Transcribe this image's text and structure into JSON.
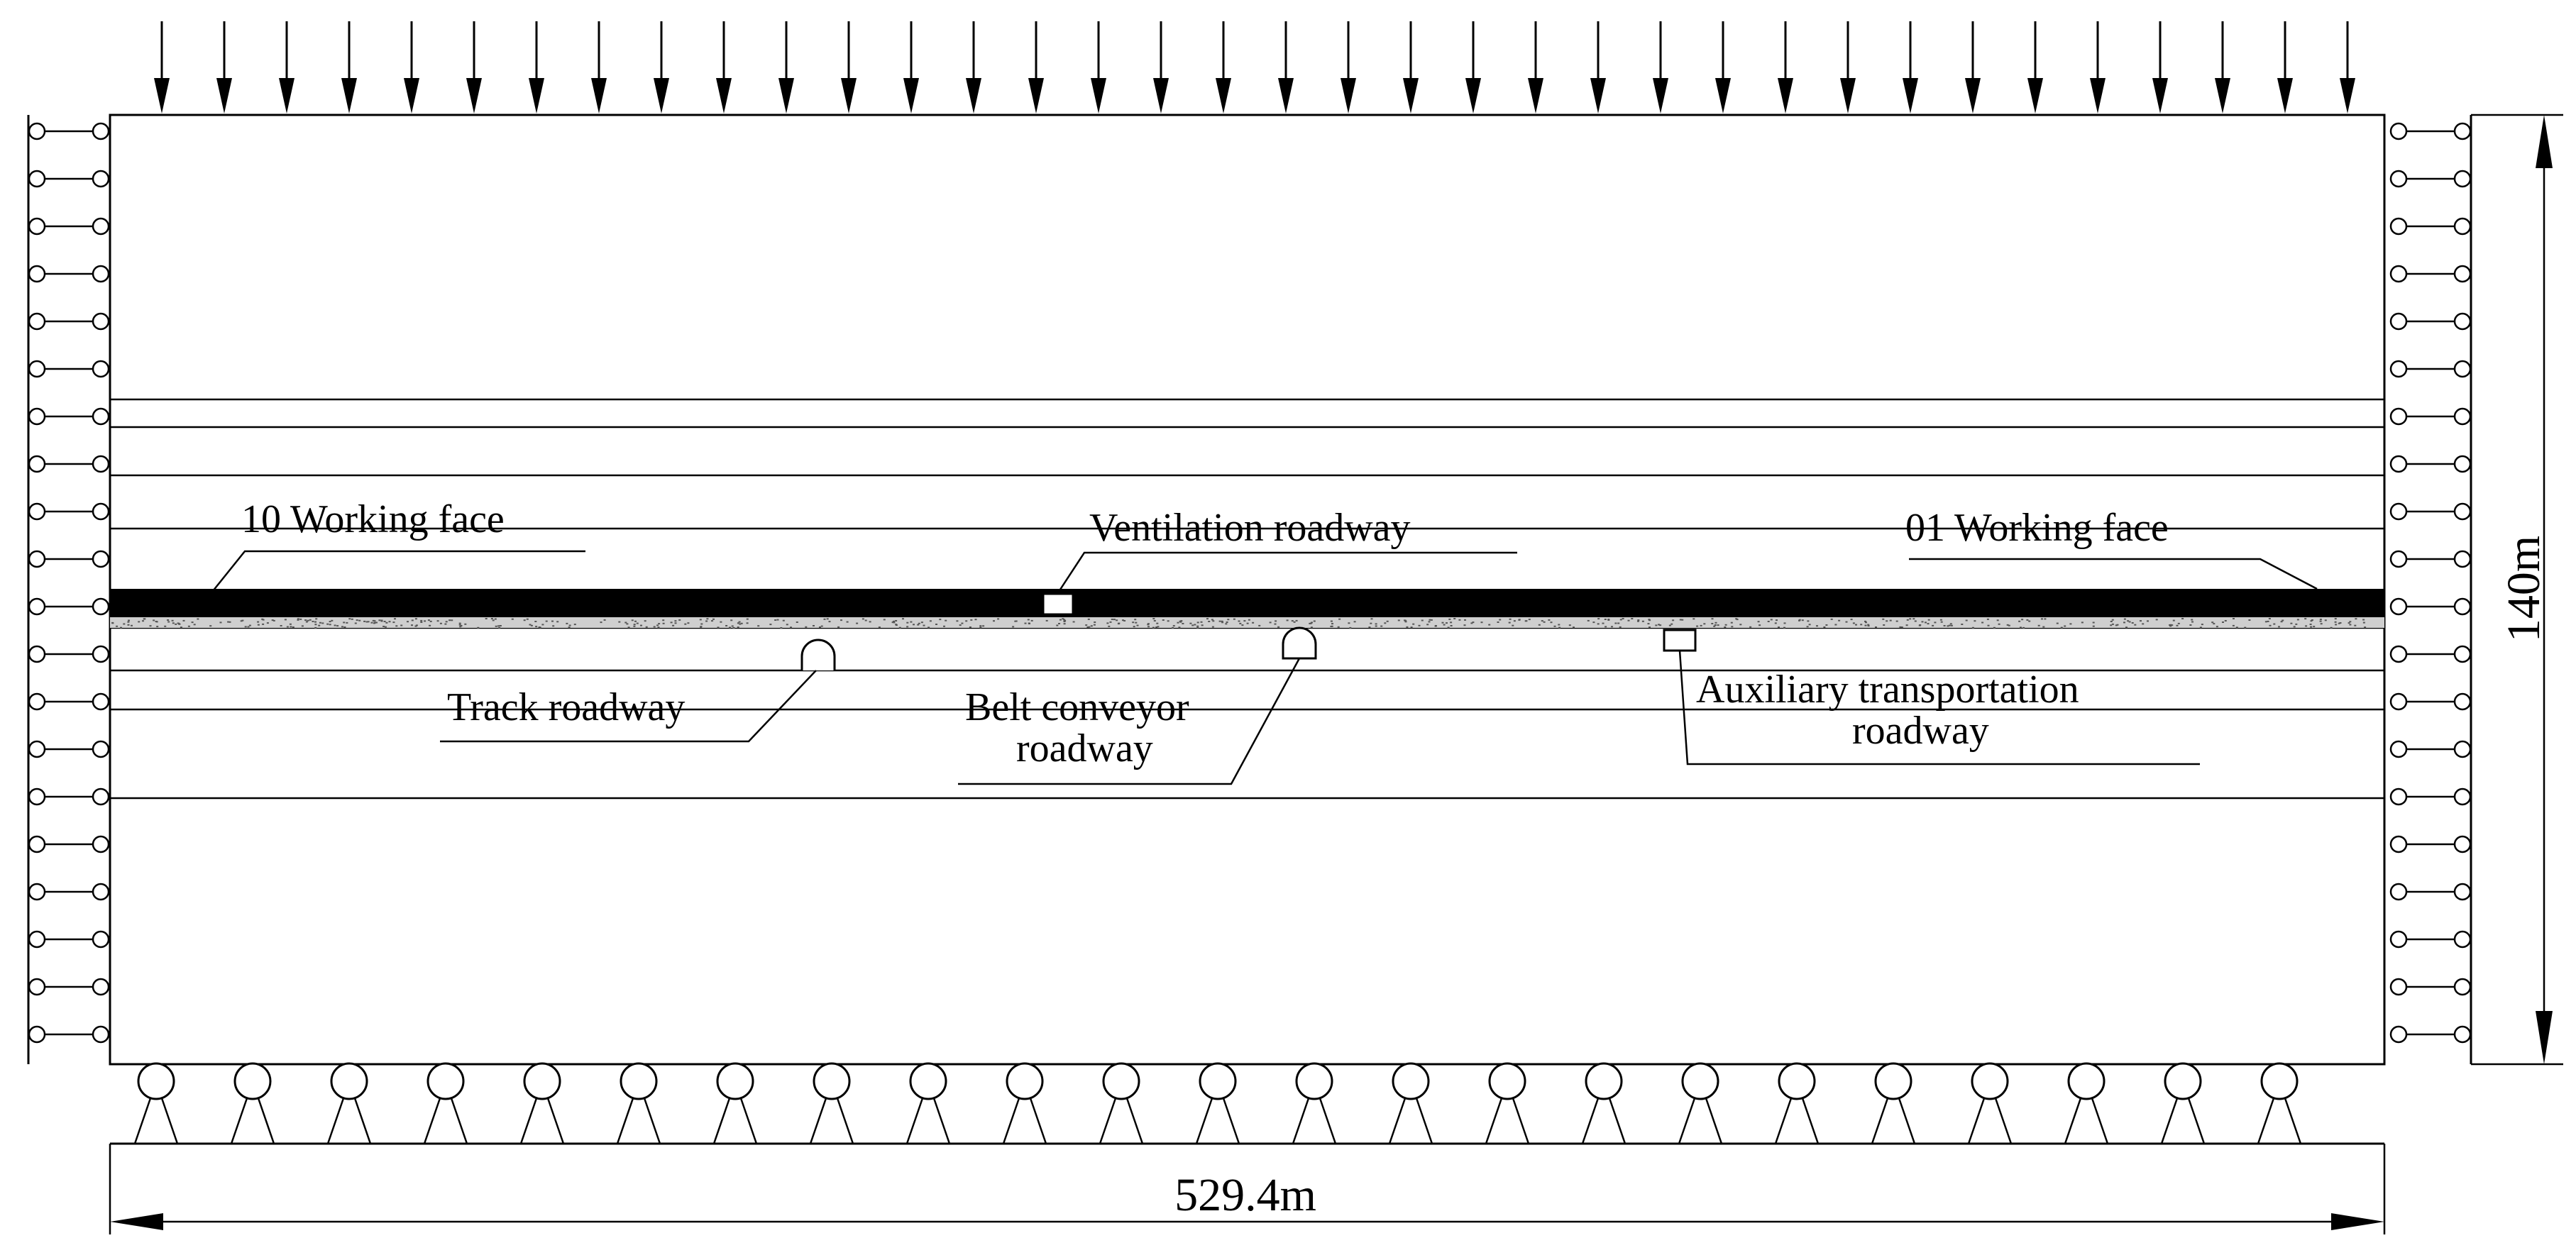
{
  "labels": {
    "face_left": "10 Working face",
    "ventilation": "Ventilation roadway",
    "face_right": "01 Working face",
    "track": "Track roadway",
    "belt_line1": "Belt conveyor",
    "belt_line2": "roadway",
    "aux_line1": "Auxiliary transportation",
    "aux_line2": "roadway"
  },
  "dimensions": {
    "width": "529.4m",
    "height": "140m"
  },
  "colors": {
    "line": "#000000",
    "coal_seam": "#000000",
    "floor_speckle": "#cfcfcf",
    "background": "#ffffff"
  }
}
